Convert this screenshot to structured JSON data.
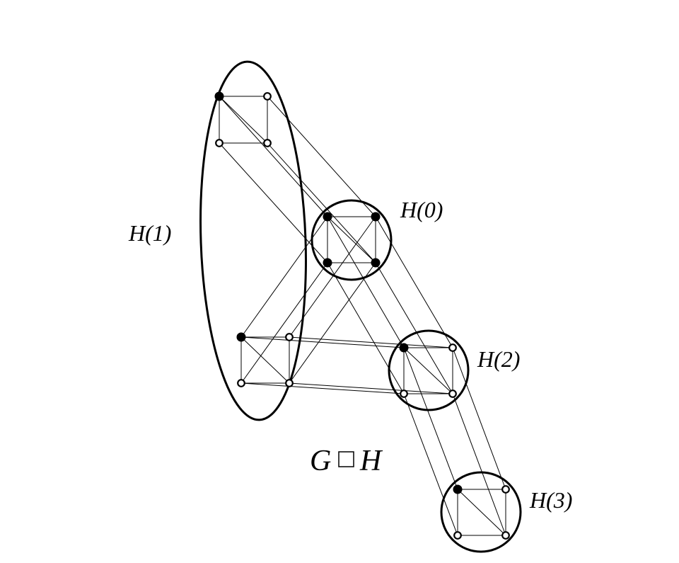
{
  "labels": {
    "h0": "H(0)",
    "h1": "H(1)",
    "h2": "H(2)",
    "h3": "H(3)",
    "product_left": "G",
    "product_right": "H"
  },
  "copies": [
    {
      "id": "h0",
      "filled": [
        true,
        true,
        true,
        true
      ]
    },
    {
      "id": "h1a",
      "filled": [
        true,
        false,
        false,
        false
      ]
    },
    {
      "id": "h1b",
      "filled": [
        true,
        false,
        false,
        false
      ]
    },
    {
      "id": "h2",
      "filled": [
        true,
        false,
        false,
        false
      ]
    },
    {
      "id": "h3",
      "filled": [
        true,
        false,
        false,
        false
      ]
    }
  ]
}
